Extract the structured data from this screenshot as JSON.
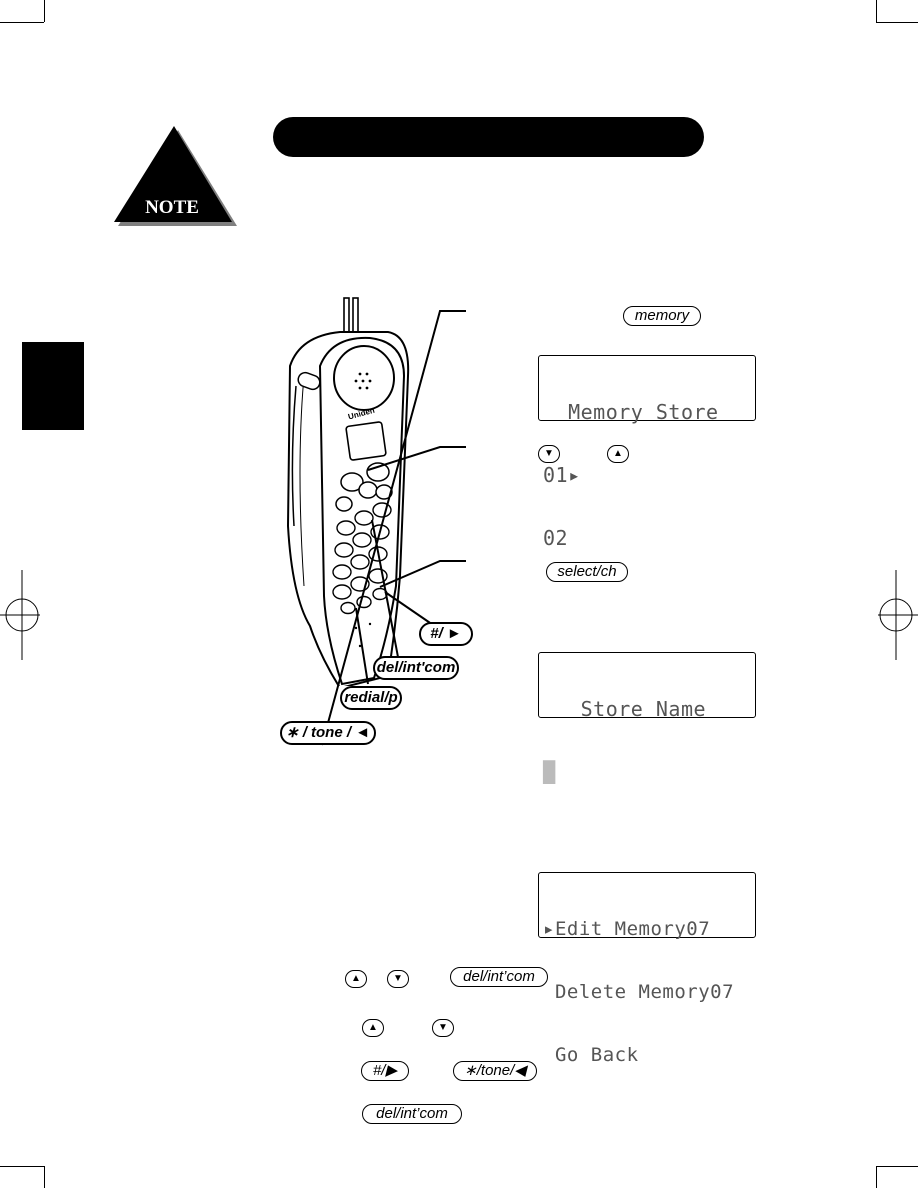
{
  "note_label": "NOTE",
  "phone_brand": "Uniden",
  "keys": {
    "memory": "memory",
    "select": "select/ch",
    "hash": "#/ ►",
    "del_intcom": "del/int'com",
    "redial": "redial/p",
    "star_tone": "∗ / tone / ◄",
    "del_intcom_2": "del/int’com",
    "del_intcom_3": "del/int’com",
    "hash_small": "#/▶",
    "star_tone_small": "∗/tone/◀",
    "down": "▼",
    "up": "▲"
  },
  "lcd1": {
    "line1": "  Memory Store",
    "line2": "01▸",
    "line3": "02"
  },
  "lcd2": {
    "line1": "   Store Name",
    "line2": "█"
  },
  "lcd3": {
    "line1": "▸Edit Memory07",
    "line2": " Delete Memory07",
    "line3": " Go Back"
  },
  "colors": {
    "ink": "#000000",
    "paper": "#ffffff",
    "lcd_text": "#555555"
  }
}
